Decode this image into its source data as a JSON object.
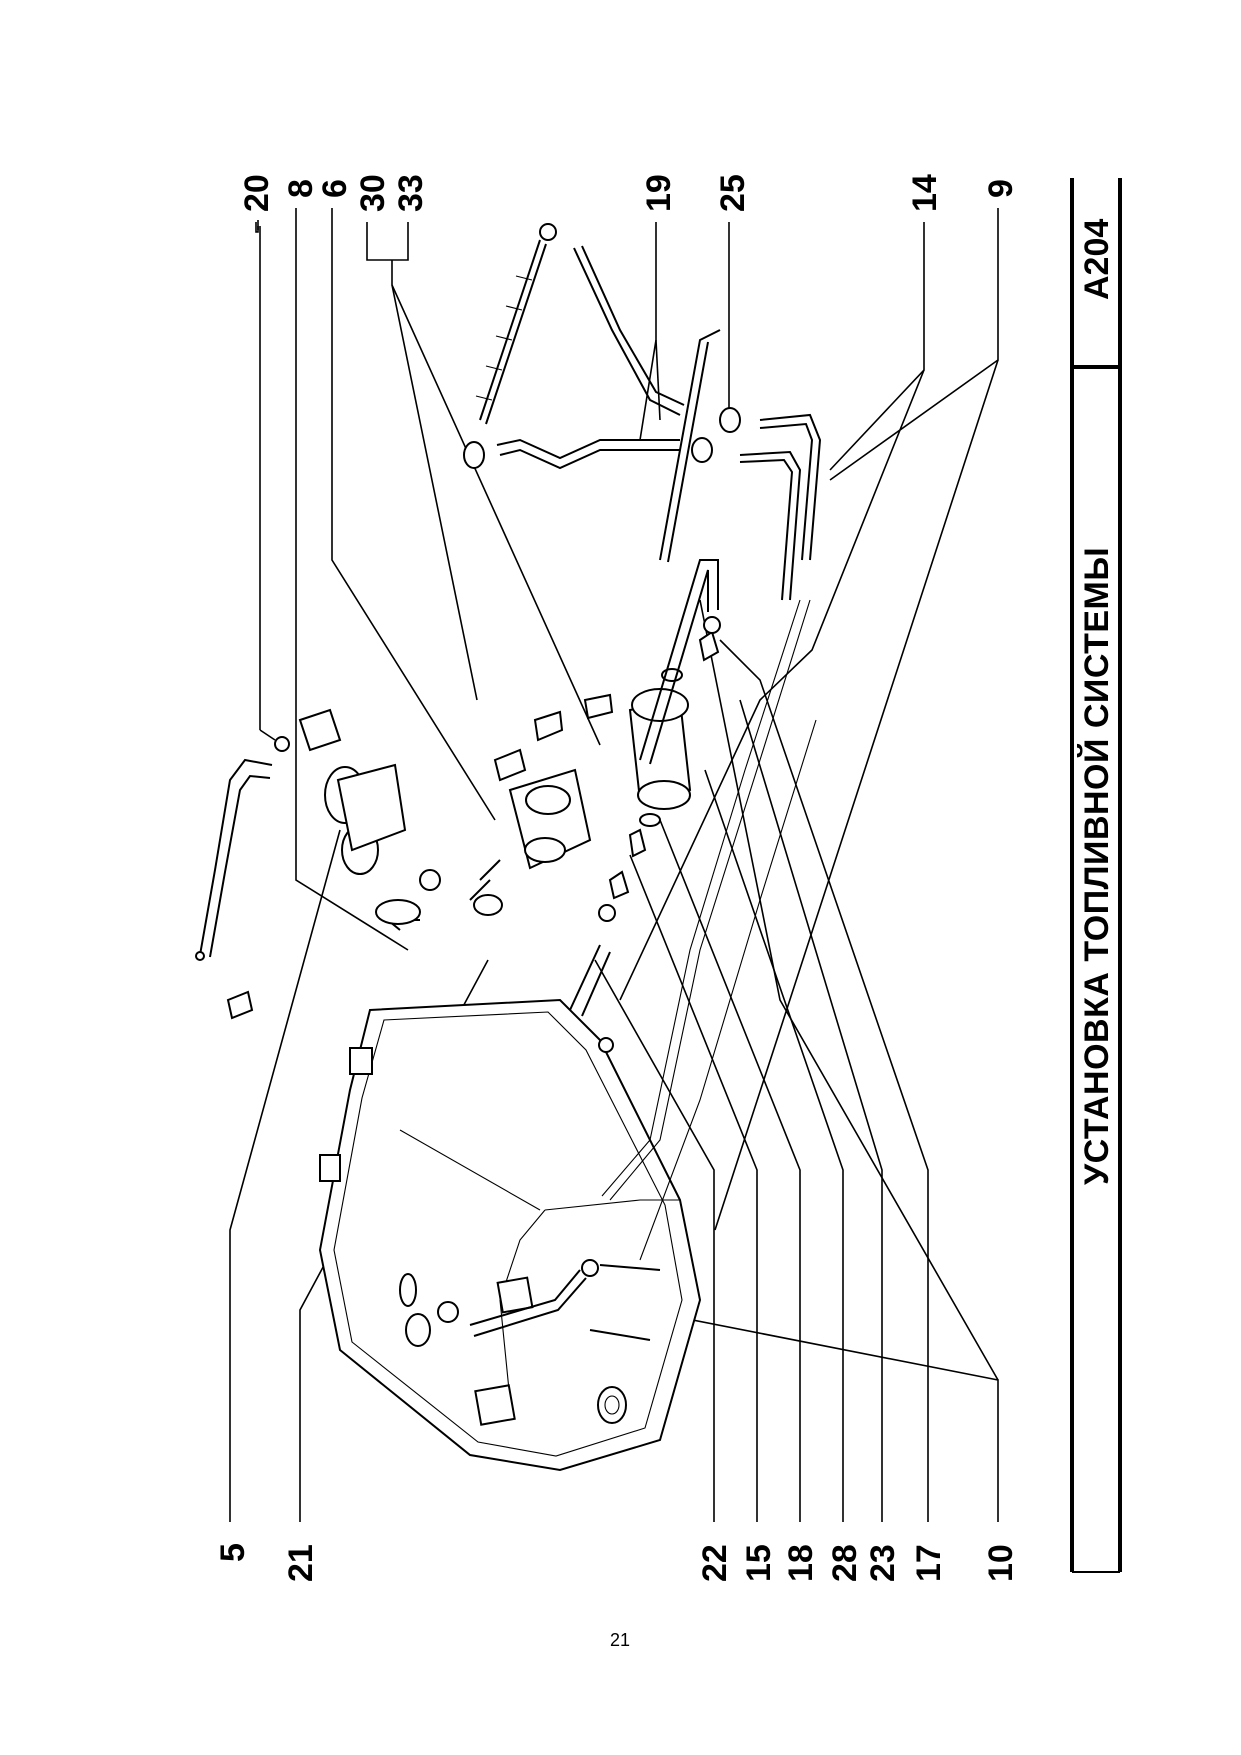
{
  "title": "УСТАНОВКА ТОПЛИВНОЙ СИСТЕМЫ",
  "model_code": "А204",
  "page_number": "21",
  "callouts_top": [
    "20",
    "8",
    "6",
    "30",
    "33",
    "19",
    "25",
    "14",
    "9"
  ],
  "callouts_bottom": [
    "5",
    "21",
    "22",
    "15",
    "18",
    "28",
    "23",
    "17",
    "10"
  ]
}
